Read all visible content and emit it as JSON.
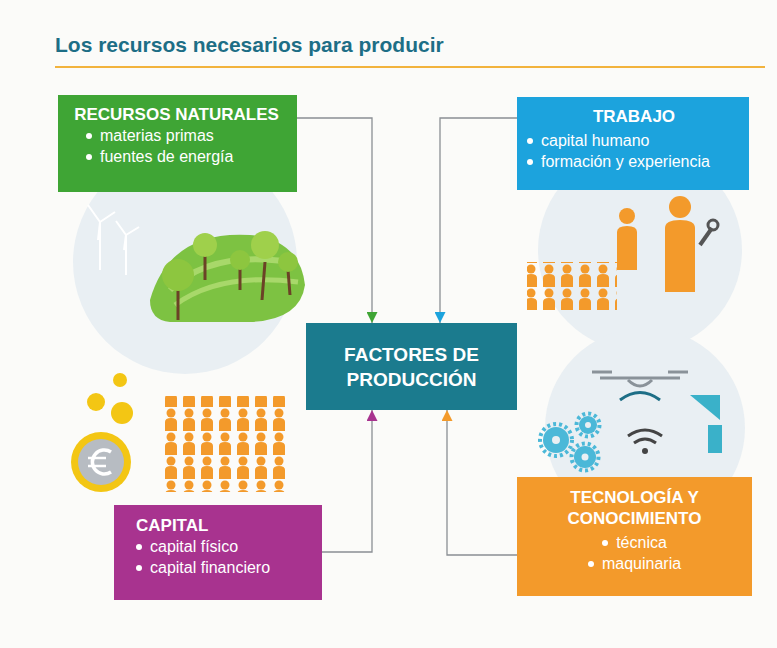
{
  "diagram": {
    "title": "Los recursos necesarios para producir",
    "nodes": [
      {
        "text": [
          "RECURSOS NATURALES",
          "materias primas",
          "fuentes de energía"
        ]
      },
      {
        "text": [
          "TRABAJO",
          "capital humano",
          "formación y experiencia"
        ]
      },
      {
        "text": [
          "FACTORES DE PRODUCCIÓN"
        ]
      },
      {
        "text": [
          "CAPITAL",
          "capital físico",
          "capital financiero"
        ]
      },
      {
        "text": [
          "TECNOLOGÍA Y CONOCIMIENTO",
          "técnica",
          "maquinaria"
        ]
      }
    ],
    "edges": [
      {
        "from": 0,
        "to": 2,
        "arrow": "to"
      },
      {
        "from": 1,
        "to": 2,
        "arrow": "to"
      },
      {
        "from": 3,
        "to": 2,
        "arrow": "to"
      },
      {
        "from": 4,
        "to": 2,
        "arrow": "to"
      }
    ]
  }
}
